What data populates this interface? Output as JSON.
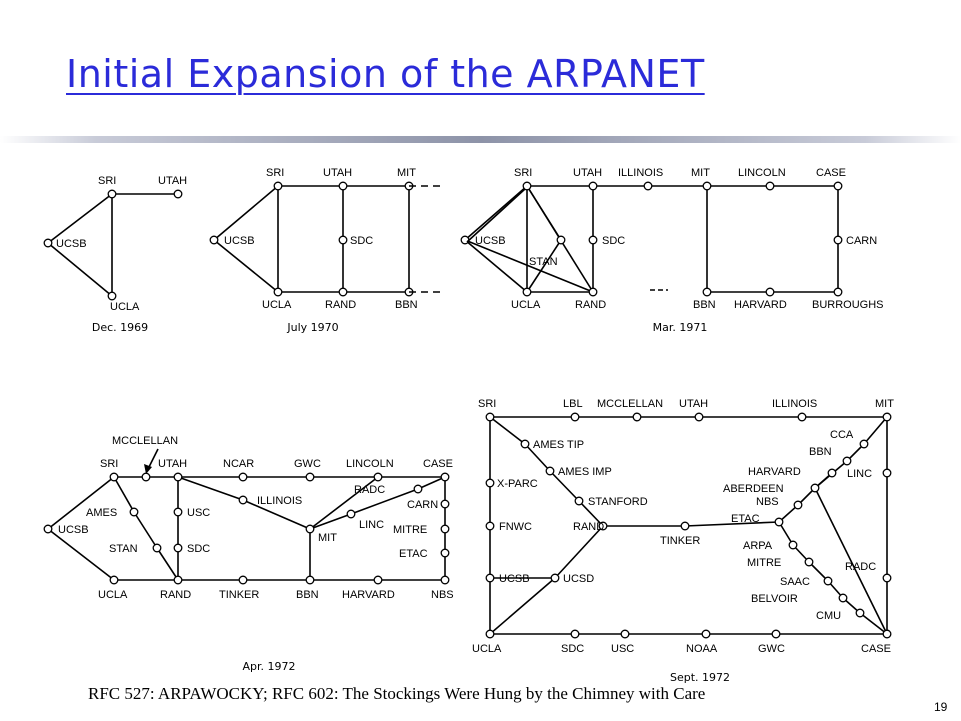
{
  "slide": {
    "title": "Initial Expansion of the ARPANET",
    "footer": "RFC 527: ARPAWOCKY;   RFC 602: The Stockings Were Hung by the Chimney with Care",
    "page_number": "19"
  },
  "panels": [
    {
      "id": "dec-1969",
      "date": "Dec. 1969",
      "nodes": [
        {
          "id": "SRI",
          "label": "SRI"
        },
        {
          "id": "UTAH",
          "label": "UTAH"
        },
        {
          "id": "UCSB",
          "label": "UCSB"
        },
        {
          "id": "UCLA",
          "label": "UCLA"
        }
      ],
      "links": [
        [
          "SRI",
          "UTAH"
        ],
        [
          "SRI",
          "UCSB"
        ],
        [
          "SRI",
          "UCLA"
        ],
        [
          "UCSB",
          "UCLA"
        ]
      ]
    },
    {
      "id": "july-1970",
      "date": "July 1970",
      "nodes": [
        {
          "id": "SRI",
          "label": "SRI"
        },
        {
          "id": "UTAH",
          "label": "UTAH"
        },
        {
          "id": "MIT",
          "label": "MIT"
        },
        {
          "id": "UCSB",
          "label": "UCSB"
        },
        {
          "id": "SDC",
          "label": "SDC"
        },
        {
          "id": "UCLA",
          "label": "UCLA"
        },
        {
          "id": "RAND",
          "label": "RAND"
        },
        {
          "id": "BBN",
          "label": "BBN"
        }
      ],
      "links": [
        [
          "SRI",
          "UTAH"
        ],
        [
          "UTAH",
          "MIT"
        ],
        [
          "SRI",
          "UCSB"
        ],
        [
          "SRI",
          "UCLA"
        ],
        [
          "UCSB",
          "UCLA"
        ],
        [
          "UCLA",
          "RAND"
        ],
        [
          "RAND",
          "BBN"
        ],
        [
          "UTAH",
          "SDC"
        ],
        [
          "SDC",
          "RAND"
        ],
        [
          "MIT",
          "BBN"
        ]
      ]
    },
    {
      "id": "mar-1971",
      "date": "Mar. 1971",
      "nodes": [
        {
          "id": "SRI",
          "label": "SRI"
        },
        {
          "id": "UTAH",
          "label": "UTAH"
        },
        {
          "id": "ILLINOIS",
          "label": "ILLINOIS"
        },
        {
          "id": "MIT",
          "label": "MIT"
        },
        {
          "id": "LINCOLN",
          "label": "LINCOLN"
        },
        {
          "id": "CASE",
          "label": "CASE"
        },
        {
          "id": "UCSB",
          "label": "UCSB"
        },
        {
          "id": "STAN",
          "label": "STAN"
        },
        {
          "id": "SDC",
          "label": "SDC"
        },
        {
          "id": "CARN",
          "label": "CARN"
        },
        {
          "id": "UCLA",
          "label": "UCLA"
        },
        {
          "id": "RAND",
          "label": "RAND"
        },
        {
          "id": "BBN",
          "label": "BBN"
        },
        {
          "id": "HARVARD",
          "label": "HARVARD"
        },
        {
          "id": "BURROUGHS",
          "label": "BURROUGHS"
        }
      ],
      "links": [
        [
          "SRI",
          "UTAH"
        ],
        [
          "UTAH",
          "ILLINOIS"
        ],
        [
          "ILLINOIS",
          "MIT"
        ],
        [
          "MIT",
          "LINCOLN"
        ],
        [
          "LINCOLN",
          "CASE"
        ],
        [
          "CASE",
          "CARN"
        ],
        [
          "CARN",
          "BURROUGHS"
        ],
        [
          "BURROUGHS",
          "HARVARD"
        ],
        [
          "HARVARD",
          "BBN"
        ],
        [
          "BBN",
          "MIT"
        ],
        [
          "SRI",
          "UCSB"
        ],
        [
          "SRI",
          "UCLA"
        ],
        [
          "UCSB",
          "UCLA"
        ],
        [
          "UCSB",
          "RAND"
        ],
        [
          "SRI",
          "STAN"
        ],
        [
          "STAN",
          "UCLA"
        ],
        [
          "SRI",
          "RAND"
        ],
        [
          "UCLA",
          "RAND"
        ],
        [
          "UTAH",
          "SDC"
        ],
        [
          "SDC",
          "RAND"
        ]
      ]
    },
    {
      "id": "apr-1972",
      "date": "Apr. 1972",
      "callout": "MCCLELLAN",
      "nodes": [
        {
          "id": "SRI",
          "label": "SRI"
        },
        {
          "id": "MCCLELLAN",
          "label": ""
        },
        {
          "id": "UTAH",
          "label": "UTAH"
        },
        {
          "id": "NCAR",
          "label": "NCAR"
        },
        {
          "id": "GWC",
          "label": "GWC"
        },
        {
          "id": "LINCOLN",
          "label": "LINCOLN"
        },
        {
          "id": "CASE",
          "label": "CASE"
        },
        {
          "id": "ILLINOIS",
          "label": "ILLINOIS"
        },
        {
          "id": "RADC",
          "label": "RADC"
        },
        {
          "id": "CARN",
          "label": "CARN"
        },
        {
          "id": "AMES",
          "label": "AMES"
        },
        {
          "id": "USC",
          "label": "USC"
        },
        {
          "id": "LINC",
          "label": "LINC"
        },
        {
          "id": "UCSB",
          "label": "UCSB"
        },
        {
          "id": "MITRE",
          "label": "MITRE"
        },
        {
          "id": "MIT",
          "label": "MIT"
        },
        {
          "id": "STAN",
          "label": "STAN"
        },
        {
          "id": "SDC",
          "label": "SDC"
        },
        {
          "id": "ETAC",
          "label": "ETAC"
        },
        {
          "id": "UCLA",
          "label": "UCLA"
        },
        {
          "id": "RAND",
          "label": "RAND"
        },
        {
          "id": "TINKER",
          "label": "TINKER"
        },
        {
          "id": "BBN",
          "label": "BBN"
        },
        {
          "id": "HARVARD",
          "label": "HARVARD"
        },
        {
          "id": "NBS",
          "label": "NBS"
        }
      ],
      "links": [
        [
          "SRI",
          "MCCLELLAN"
        ],
        [
          "MCCLELLAN",
          "UTAH"
        ],
        [
          "UTAH",
          "NCAR"
        ],
        [
          "NCAR",
          "GWC"
        ],
        [
          "GWC",
          "LINCOLN"
        ],
        [
          "LINCOLN",
          "CASE"
        ],
        [
          "SRI",
          "UCSB"
        ],
        [
          "UCSB",
          "UCLA"
        ],
        [
          "SRI",
          "AMES"
        ],
        [
          "AMES",
          "STAN"
        ],
        [
          "STAN",
          "RAND"
        ],
        [
          "UCLA",
          "RAND"
        ],
        [
          "RAND",
          "TINKER"
        ],
        [
          "TINKER",
          "BBN"
        ],
        [
          "BBN",
          "HARVARD"
        ],
        [
          "HARVARD",
          "NBS"
        ],
        [
          "UTAH",
          "USC"
        ],
        [
          "USC",
          "SDC"
        ],
        [
          "SDC",
          "RAND"
        ],
        [
          "UTAH",
          "ILLINOIS"
        ],
        [
          "ILLINOIS",
          "MIT"
        ],
        [
          "MIT",
          "BBN"
        ],
        [
          "MIT",
          "LINC"
        ],
        [
          "LINC",
          "RADC"
        ],
        [
          "RADC",
          "CASE"
        ],
        [
          "CASE",
          "CARN"
        ],
        [
          "CARN",
          "MITRE"
        ],
        [
          "MITRE",
          "ETAC"
        ],
        [
          "ETAC",
          "NBS"
        ],
        [
          "MIT",
          "LINCOLN"
        ]
      ]
    },
    {
      "id": "sept-1972",
      "date": "Sept. 1972",
      "nodes": [
        {
          "id": "SRI",
          "label": "SRI"
        },
        {
          "id": "LBL",
          "label": "LBL"
        },
        {
          "id": "MCCLELLAN",
          "label": "MCCLELLAN"
        },
        {
          "id": "UTAH",
          "label": "UTAH"
        },
        {
          "id": "ILLINOIS",
          "label": "ILLINOIS"
        },
        {
          "id": "MIT",
          "label": "MIT"
        },
        {
          "id": "AMESTIP",
          "label": "AMES TIP"
        },
        {
          "id": "AMESIMP",
          "label": "AMES IMP"
        },
        {
          "id": "XPARC",
          "label": "X-PARC"
        },
        {
          "id": "STANFORD",
          "label": "STANFORD"
        },
        {
          "id": "FNWC",
          "label": "FNWC"
        },
        {
          "id": "RAND",
          "label": "RAND"
        },
        {
          "id": "TINKER",
          "label": "TINKER"
        },
        {
          "id": "UCSB",
          "label": "UCSB"
        },
        {
          "id": "UCSD",
          "label": "UCSD"
        },
        {
          "id": "CCA",
          "label": "CCA"
        },
        {
          "id": "BBN",
          "label": "BBN"
        },
        {
          "id": "HARVARD",
          "label": "HARVARD"
        },
        {
          "id": "LINC",
          "label": "LINC"
        },
        {
          "id": "ABERDEEN",
          "label": "ABERDEEN"
        },
        {
          "id": "NBS",
          "label": "NBS"
        },
        {
          "id": "ETAC",
          "label": "ETAC"
        },
        {
          "id": "ARPA",
          "label": "ARPA"
        },
        {
          "id": "MITRE",
          "label": "MITRE"
        },
        {
          "id": "RADC",
          "label": "RADC"
        },
        {
          "id": "SAAC",
          "label": "SAAC"
        },
        {
          "id": "BELVOIR",
          "label": "BELVOIR"
        },
        {
          "id": "CMU",
          "label": "CMU"
        },
        {
          "id": "UCLA",
          "label": "UCLA"
        },
        {
          "id": "SDC",
          "label": "SDC"
        },
        {
          "id": "USC",
          "label": "USC"
        },
        {
          "id": "NOAA",
          "label": "NOAA"
        },
        {
          "id": "GWC",
          "label": "GWC"
        },
        {
          "id": "CASE",
          "label": "CASE"
        }
      ],
      "links": [
        [
          "SRI",
          "LBL"
        ],
        [
          "LBL",
          "MCCLELLAN"
        ],
        [
          "MCCLELLAN",
          "UTAH"
        ],
        [
          "UTAH",
          "ILLINOIS"
        ],
        [
          "ILLINOIS",
          "MIT"
        ],
        [
          "SRI",
          "XPARC"
        ],
        [
          "XPARC",
          "FNWC"
        ],
        [
          "FNWC",
          "UCSB"
        ],
        [
          "UCSB",
          "UCLA"
        ],
        [
          "UCLA",
          "SDC"
        ],
        [
          "SDC",
          "USC"
        ],
        [
          "USC",
          "NOAA"
        ],
        [
          "NOAA",
          "GWC"
        ],
        [
          "GWC",
          "CASE"
        ],
        [
          "MIT",
          "LINC"
        ],
        [
          "LINC",
          "RADC"
        ],
        [
          "RADC",
          "CASE"
        ],
        [
          "SRI",
          "AMESTIP"
        ],
        [
          "AMESTIP",
          "AMESIMP"
        ],
        [
          "AMESIMP",
          "STANFORD"
        ],
        [
          "STANFORD",
          "RAND"
        ],
        [
          "RAND",
          "TINKER"
        ],
        [
          "TINKER",
          "ETAC"
        ],
        [
          "RAND",
          "UCSD"
        ],
        [
          "UCSB",
          "UCSD"
        ],
        [
          "UCSD",
          "UCLA"
        ],
        [
          "MIT",
          "CCA"
        ],
        [
          "CCA",
          "BBN"
        ],
        [
          "BBN",
          "ABERDEEN"
        ],
        [
          "HARVARD",
          "ABERDEEN"
        ],
        [
          "ABERDEEN",
          "NBS"
        ],
        [
          "NBS",
          "ETAC"
        ],
        [
          "ETAC",
          "ARPA"
        ],
        [
          "ARPA",
          "MITRE"
        ],
        [
          "MITRE",
          "SAAC"
        ],
        [
          "SAAC",
          "BELVOIR"
        ],
        [
          "BELVOIR",
          "CMU"
        ],
        [
          "CMU",
          "CASE"
        ],
        [
          "ABERDEEN",
          "CASE"
        ]
      ]
    }
  ]
}
